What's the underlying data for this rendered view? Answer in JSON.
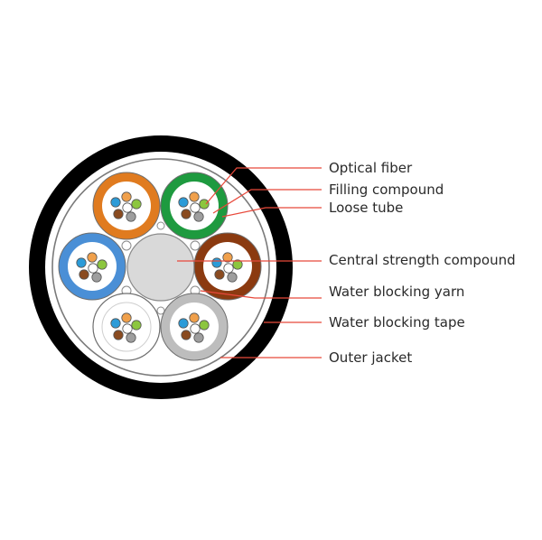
{
  "labels": {
    "optical_fiber": "Optical fiber",
    "filling_compound": "Filling compound",
    "loose_tube": "Loose tube",
    "central_strength_compound": "Central strength compound",
    "water_blocking_yarn": "Water blocking yarn",
    "water_blocking_tape": "Water blocking tape",
    "outer_jacket": "Outer jacket"
  },
  "colors": {
    "outer_jacket": "#000000",
    "tape_ring": "#7a7a7a",
    "central_member": "#d9d9d9",
    "leader_line": "#e8493b",
    "tube_orange": "#e07b1f",
    "tube_green": "#1e9a3f",
    "tube_brown": "#8b3a10",
    "tube_blue": "#4a8fd6",
    "tube_white": "#ffffff",
    "tube_gray": "#bdbdbd",
    "fiber_blue": "#2b9bd8",
    "fiber_orange": "#f0a04b",
    "fiber_green": "#8cc63f",
    "fiber_brown": "#8a4b20",
    "fiber_white": "#ffffff",
    "fiber_gray": "#9e9e9e"
  }
}
